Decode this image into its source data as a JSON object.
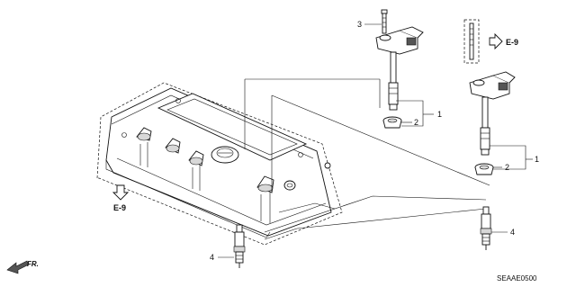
{
  "callouts": {
    "coil_upper": "1",
    "coil_lower": "1",
    "seal_upper": "2",
    "seal_lower": "2",
    "bolt": "3",
    "plug_left": "4",
    "plug_right": "4"
  },
  "refs": {
    "upper": "E-9",
    "lower": "E-9"
  },
  "direction": "FR.",
  "diagram_code": "SEAAE0500"
}
